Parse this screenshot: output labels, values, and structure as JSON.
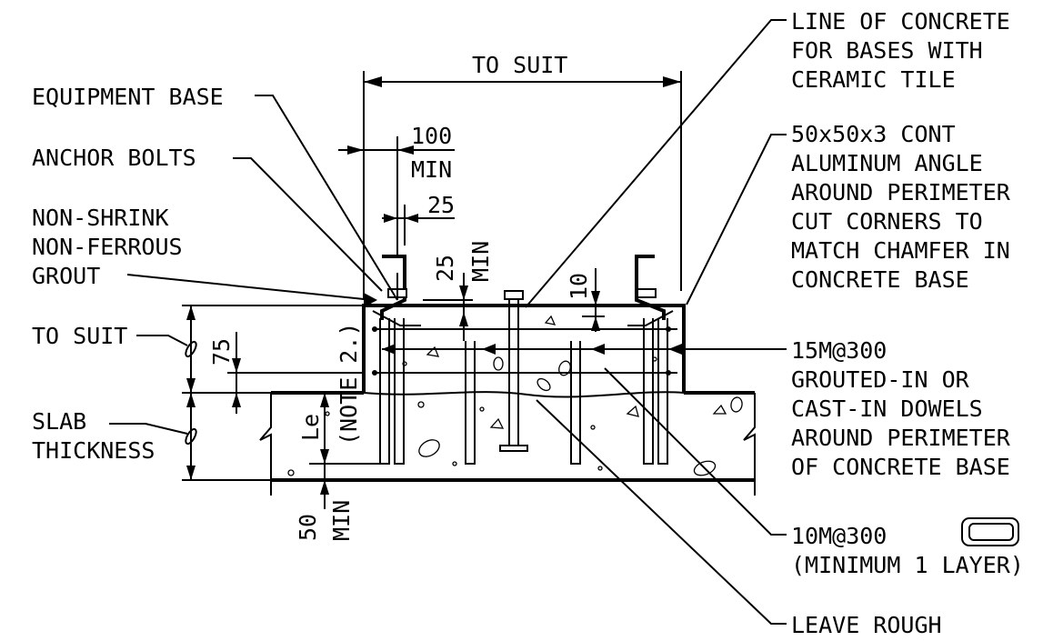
{
  "labels": {
    "top_to_suit": "TO SUIT",
    "equipment_base": "EQUIPMENT BASE",
    "anchor_bolts": "ANCHOR BOLTS",
    "grout_line1": "NON-SHRINK",
    "grout_line2": "NON-FERROUS",
    "grout_line3": "GROUT",
    "left_to_suit": "TO SUIT",
    "slab_line1": "SLAB",
    "slab_line2": "THICKNESS",
    "dim_100": "100",
    "dim_100_min": "MIN",
    "dim_25_h": "25",
    "dim_25_v": "25",
    "dim_25_v_min": "MIN",
    "dim_10": "10",
    "dim_75": "75",
    "note2": "(NOTE 2.)",
    "dim_le": "Le",
    "dim_50": "50",
    "dim_50_min": "MIN",
    "concrete_line1": "LINE OF CONCRETE",
    "concrete_line2": "FOR BASES WITH",
    "concrete_line3": "CERAMIC TILE",
    "angle_line1": "50x50x3 CONT",
    "angle_line2": "ALUMINUM ANGLE",
    "angle_line3": "AROUND PERIMETER",
    "angle_line4": "CUT CORNERS TO",
    "angle_line5": "MATCH CHAMFER IN",
    "angle_line6": "CONCRETE BASE",
    "dowel_line1": "15M@300",
    "dowel_line2": "GROUTED-IN OR",
    "dowel_line3": "CAST-IN DOWELS",
    "dowel_line4": "AROUND PERIMETER",
    "dowel_line5": "OF CONCRETE BASE",
    "tie_line1": "10M@300",
    "tie_line2": "(MINIMUM 1 LAYER)",
    "rough": "LEAVE ROUGH"
  }
}
